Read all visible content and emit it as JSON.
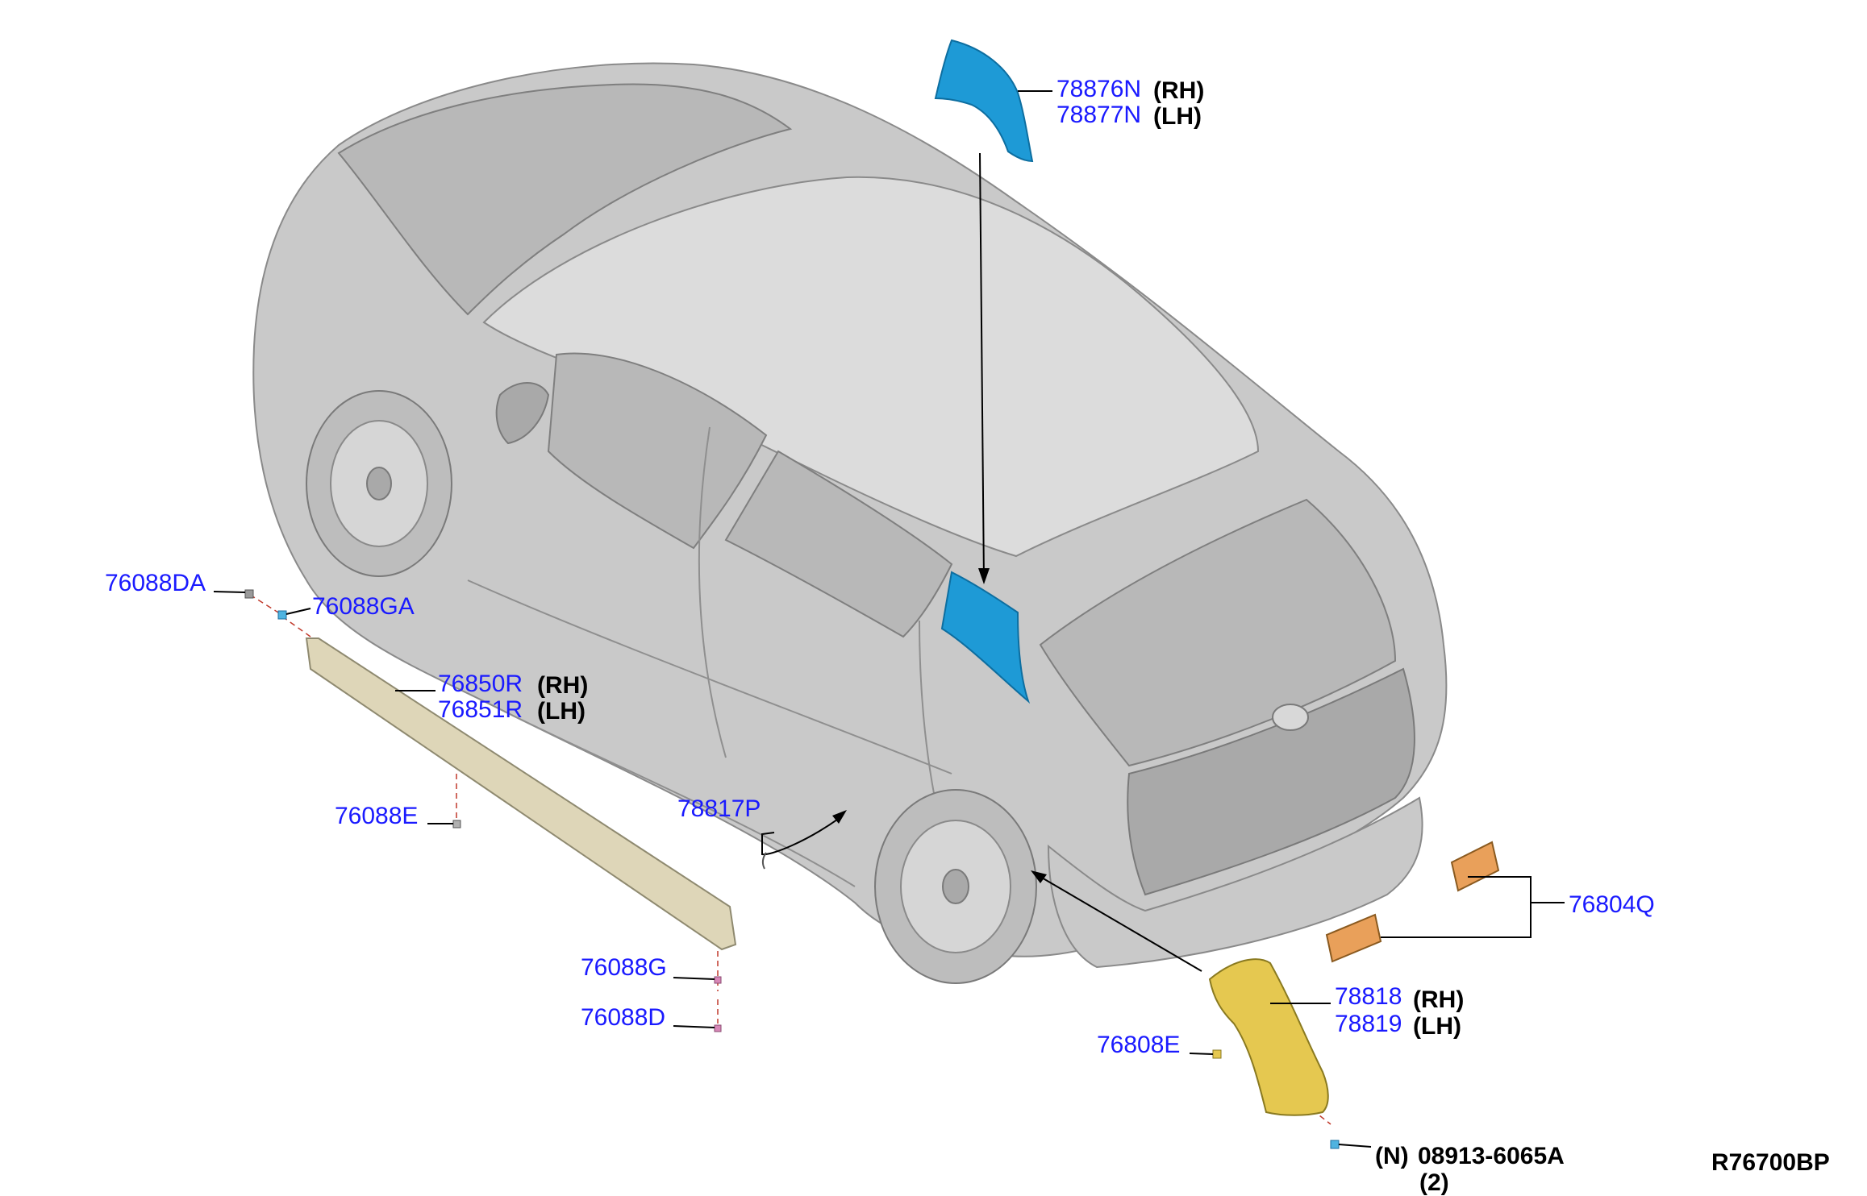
{
  "colors": {
    "part_number": "#1a1aff",
    "qualifier": "#000000",
    "car_body": "#c9c9c9",
    "highlight_blue": "#1e9ad6",
    "highlight_gold": "#e5c850",
    "sill_trim": "#ded6b8",
    "mud_guard": "#e9a05a"
  },
  "callouts": [
    {
      "id": "c1",
      "part": "78876N",
      "qualifier": "(RH)"
    },
    {
      "id": "c2",
      "part": "78877N",
      "qualifier": "(LH)"
    },
    {
      "id": "c3",
      "part": "76088DA",
      "qualifier": ""
    },
    {
      "id": "c4",
      "part": "76088GA",
      "qualifier": ""
    },
    {
      "id": "c5",
      "part": "76850R",
      "qualifier": "(RH)"
    },
    {
      "id": "c6",
      "part": "76851R",
      "qualifier": "(LH)"
    },
    {
      "id": "c7",
      "part": "76088E",
      "qualifier": ""
    },
    {
      "id": "c8",
      "part": "78817P",
      "qualifier": ""
    },
    {
      "id": "c9",
      "part": "76804Q",
      "qualifier": ""
    },
    {
      "id": "c10",
      "part": "76088G",
      "qualifier": ""
    },
    {
      "id": "c11",
      "part": "76088D",
      "qualifier": ""
    },
    {
      "id": "c12",
      "part": "78818",
      "qualifier": "(RH)"
    },
    {
      "id": "c13",
      "part": "78819",
      "qualifier": "(LH)"
    },
    {
      "id": "c14",
      "part": "76808E",
      "qualifier": ""
    }
  ],
  "fastener": {
    "prefix": "(N)",
    "part": "08913-6065A",
    "quantity": "(2)"
  },
  "diagram_code": "R76700BP"
}
